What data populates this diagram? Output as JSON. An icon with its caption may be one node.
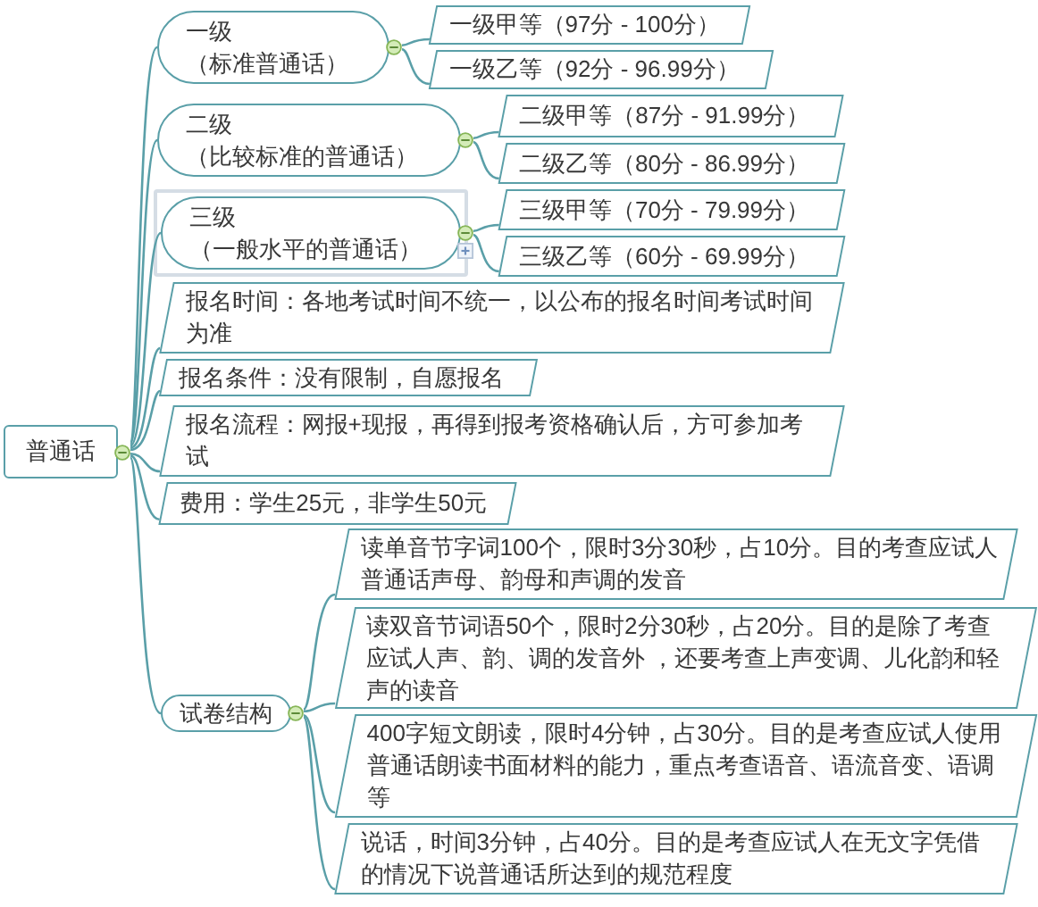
{
  "diagram": {
    "nodes": [
      {
        "text": [
          "普通话"
        ]
      },
      {
        "text": [
          "一级",
          "（标准普通话）"
        ]
      },
      {
        "text": [
          "一级甲等（97分 - 100分）"
        ]
      },
      {
        "text": [
          "一级乙等（92分 - 96.99分）"
        ]
      },
      {
        "text": [
          "二级",
          "（比较标准的普通话）"
        ]
      },
      {
        "text": [
          "二级甲等（87分 - 91.99分）"
        ]
      },
      {
        "text": [
          "二级乙等（80分 - 86.99分）"
        ]
      },
      {
        "text": [
          "三级",
          "（一般水平的普通话）"
        ]
      },
      {
        "text": [
          "三级甲等（70分 - 79.99分）"
        ]
      },
      {
        "text": [
          "三级乙等（60分 - 69.99分）"
        ]
      },
      {
        "text": [
          "报名时间：各地考试时间不统一，以公布的报名时间考试时间为准"
        ]
      },
      {
        "text": [
          "报名条件：没有限制，自愿报名"
        ]
      },
      {
        "text": [
          "报名流程：网报+现报，再得到报考资格确认后，方可参加考试"
        ]
      },
      {
        "text": [
          "费用：学生25元，非学生50元"
        ]
      },
      {
        "text": [
          "试卷结构"
        ]
      },
      {
        "text": [
          "读单音节字词100个，限时3分30秒，占10分。目的考查应试人普通话声母、韵母和声调的发音"
        ]
      },
      {
        "text": [
          "读双音节词语50个，限时2分30秒，占20分。目的是除了考查应试人声、韵、调的发音外 ，还要考查上声变调、儿化韵和轻声的读音"
        ]
      },
      {
        "text": [
          "400字短文朗读，限时4分钟，占30分。目的是考查应试人使用普通话朗读书面材料的能力，重点考查语音、语流音变、语调等"
        ]
      },
      {
        "text": [
          "说话，时间3分钟，占40分。目的是考查应试人在无文字凭借的情况下说普通话所达到的规范程度"
        ]
      }
    ],
    "edges": [
      {
        "from": 0,
        "to": 1,
        "arrow": "none"
      },
      {
        "from": 0,
        "to": 4,
        "arrow": "none"
      },
      {
        "from": 0,
        "to": 7,
        "arrow": "none"
      },
      {
        "from": 0,
        "to": 10,
        "arrow": "none"
      },
      {
        "from": 0,
        "to": 11,
        "arrow": "none"
      },
      {
        "from": 0,
        "to": 12,
        "arrow": "none"
      },
      {
        "from": 0,
        "to": 13,
        "arrow": "none"
      },
      {
        "from": 0,
        "to": 14,
        "arrow": "none"
      },
      {
        "from": 1,
        "to": 2,
        "arrow": "none"
      },
      {
        "from": 1,
        "to": 3,
        "arrow": "none"
      },
      {
        "from": 4,
        "to": 5,
        "arrow": "none"
      },
      {
        "from": 4,
        "to": 6,
        "arrow": "none"
      },
      {
        "from": 7,
        "to": 8,
        "arrow": "none"
      },
      {
        "from": 7,
        "to": 9,
        "arrow": "none"
      },
      {
        "from": 14,
        "to": 15,
        "arrow": "none"
      },
      {
        "from": 14,
        "to": 16,
        "arrow": "none"
      },
      {
        "from": 14,
        "to": 17,
        "arrow": "none"
      },
      {
        "from": 14,
        "to": 18,
        "arrow": "none"
      }
    ]
  }
}
